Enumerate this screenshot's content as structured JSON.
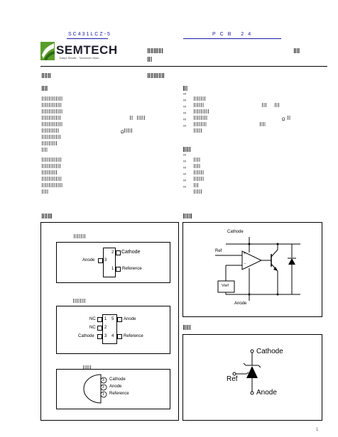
{
  "header": {
    "part_link": "SC431LCZ-5",
    "pcb_link": "PCB 24"
  },
  "logo": {
    "brand": "SEMTECH",
    "tagline": "Today's Results .. Tomorrow's Vision"
  },
  "pin_config_labels": {
    "sot23_3": {
      "pin2": "2",
      "pin2_name": "Cathode",
      "pin3": "3",
      "pin3_name": "Anode",
      "pin1": "1",
      "pin1_name": "Reference"
    },
    "sot23_5": {
      "p1": "1",
      "p1_name": "NC",
      "p2": "2",
      "p2_name": "NC",
      "p3": "3",
      "p3_name": "Cathode",
      "p5": "5",
      "p5_name": "Anode",
      "p4": "4",
      "p4_name": "Reference"
    },
    "to92": {
      "p3": "3",
      "p3_name": "Cathode",
      "p2": "2",
      "p2_name": "Anode",
      "p1": "1",
      "p1_name": "Reference"
    }
  },
  "block_diagram": {
    "cathode": "Cathode",
    "ref": "Ref",
    "vref": "Vref",
    "anode": "Anode",
    "plus": "+",
    "minus": "-"
  },
  "symbol": {
    "cathode": "Cathode",
    "ref": "Ref",
    "anode": "Anode"
  },
  "inline_marks": {
    "omega1": "Ω",
    "omega2": "Ω"
  },
  "page_mark": "1"
}
